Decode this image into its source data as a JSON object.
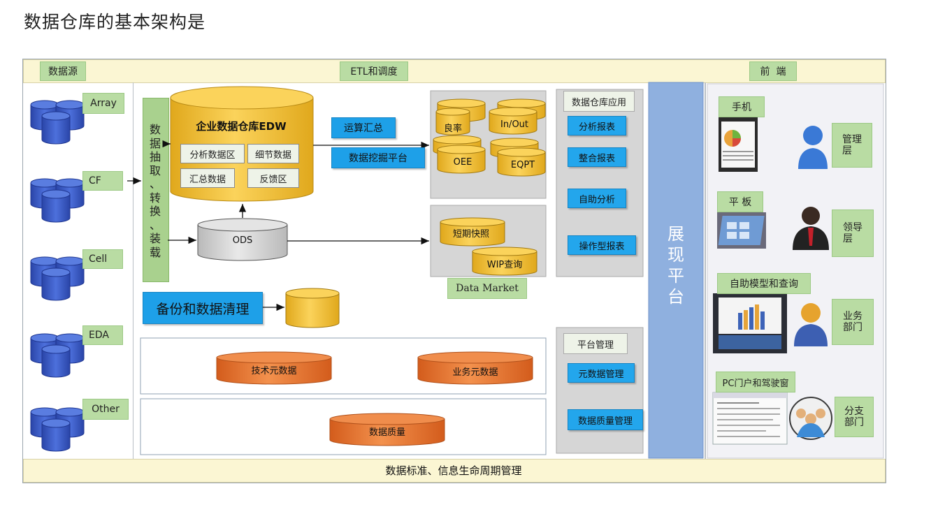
{
  "page": {
    "title": "数据仓库的基本架构是"
  },
  "header_band": {
    "sources": "数据源",
    "etl": "ETL和调度",
    "frontend": "前  端"
  },
  "footer_band": {
    "label": "数据标准、信息生命周期管理"
  },
  "sources": [
    "Array",
    "CF",
    "Cell",
    "EDA",
    "Other"
  ],
  "etl_column": {
    "label": "数\n据\n抽\n取\n、\n转\n换\n、\n装\n载"
  },
  "edw": {
    "title": "企业数据仓库EDW",
    "zones": [
      "分析数据区",
      "细节数据",
      "汇总数据",
      "反馈区"
    ]
  },
  "ops": {
    "compute": "运算汇总",
    "mining": "数据挖掘平台"
  },
  "ods": {
    "label": "ODS"
  },
  "metrics": [
    "良率",
    "In/Out",
    "OEE",
    "EQPT"
  ],
  "quick": [
    "短期快照",
    "WIP查询"
  ],
  "data_market": {
    "label": "Data Market"
  },
  "backup": {
    "label": "备份和数据清理"
  },
  "metadata": {
    "tech": "技术元数据",
    "biz": "业务元数据",
    "quality": "数据质量"
  },
  "dw_apps": {
    "title": "数据仓库应用",
    "items": [
      "分析报表",
      "整合报表",
      "自助分析",
      "操作型报表"
    ]
  },
  "platform_mgmt": {
    "title": "平台管理",
    "items": [
      "元数据管理",
      "数据质量管理"
    ]
  },
  "display": {
    "label": "展\n现\n平\n台"
  },
  "frontend_devices": [
    {
      "device": "手机",
      "role": "管理\n层"
    },
    {
      "device": "平 板",
      "role": "领导\n层"
    },
    {
      "device": "自助模型和查询",
      "role": "业务\n部门"
    },
    {
      "device": "PC门户和驾驶窗",
      "role": "分支\n部门"
    }
  ],
  "colors": {
    "green_tag": "#b9dca3",
    "blue_tag": "#1ea0e8",
    "cylinder_yellow": "#f2c12e",
    "cylinder_orange": "#e8742c",
    "cylinder_blue": "#3d5fc9",
    "display_blue": "#8fb0df",
    "band": "#fbf6d3"
  }
}
